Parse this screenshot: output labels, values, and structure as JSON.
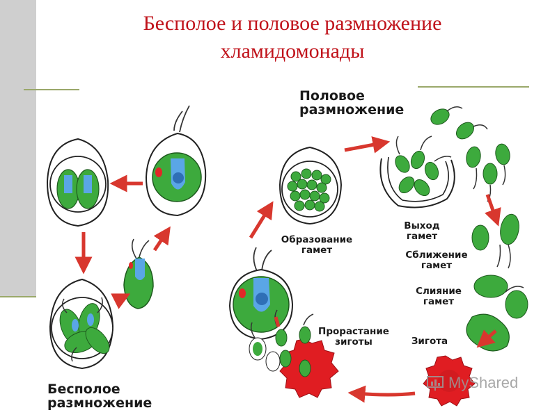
{
  "title": {
    "line1": "Бесполое и половое размножение",
    "line2": "хламидомонады"
  },
  "labels": {
    "sexual_line1": "Половое",
    "sexual_line2": "размножение",
    "asexual_line1": "Бесполое",
    "asexual_line2": "размножение",
    "gamete_formation_line1": "Образование",
    "gamete_formation_line2": "гамет",
    "gamete_exit_line1": "Выход",
    "gamete_exit_line2": "гамет",
    "gamete_approach_line1": "Сближение",
    "gamete_approach_line2": "гамет",
    "gamete_fusion_line1": "Слияние",
    "gamete_fusion_line2": "гамет",
    "zygote": "Зигота",
    "zygote_germination_line1": "Прорастание",
    "zygote_germination_line2": "зиготы"
  },
  "watermark": "MyShared",
  "colors": {
    "title": "#c0131b",
    "arrow": "#d8372e",
    "cell_green": "#3daa3d",
    "nucleus_blue": "#5aa6e6",
    "zygote_red": "#e01d22"
  }
}
